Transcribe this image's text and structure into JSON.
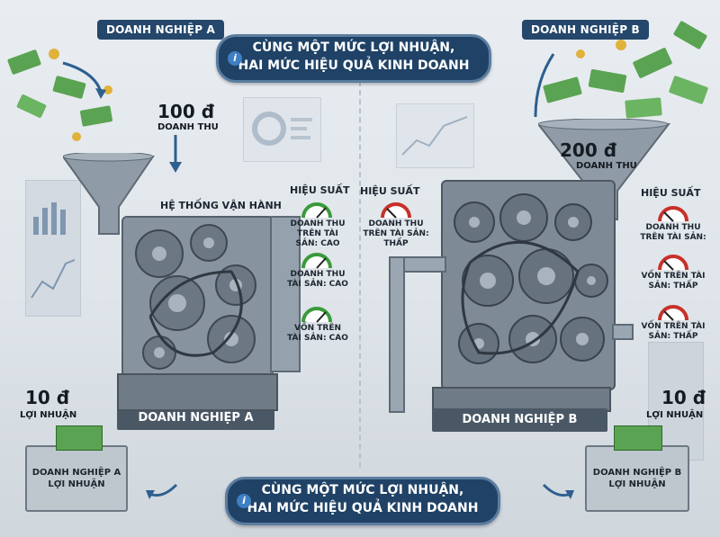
{
  "company_a_tag": "DOANH NGHIỆP A",
  "company_b_tag": "DOANH NGHIỆP B",
  "top_banner": {
    "line1": "CÙNG MỘT MỨC LỢI NHUẬN,",
    "line2": "HAI MỨC HIỆU QUẢ KINH DOANH"
  },
  "bottom_banner": {
    "line1": "CÙNG MỘT MỨC LỢI NHUẬN,",
    "line2": "HAI MỨC HIỆU QUẢ KINH DOANH"
  },
  "left": {
    "revenue_value": "100 đ",
    "revenue_label": "DOANH THU",
    "system_label": "HỆ THỐNG VẬN HÀNH",
    "performance_label": "HIỆU SUẤT",
    "metrics": [
      {
        "label": "DOANH THU TRÊN TÀI SẢN: CAO",
        "level": "high"
      },
      {
        "label": "DOANH THU TÀI SẢN: CAO",
        "level": "high"
      },
      {
        "label": "VỐN TRÊN TÀI SẢN: CAO",
        "level": "high"
      }
    ],
    "machine_label": "DOANH NGHIỆP A",
    "profit_value": "10 đ",
    "profit_label": "LỢI NHUẬN",
    "basket_line1": "DOANH NGHIỆP A",
    "basket_line2": "LỢI NHUẬN"
  },
  "right": {
    "revenue_value": "200 đ",
    "revenue_label": "DOANH THU",
    "performance_label_left": "HIỆU SUẤT",
    "performance_label_right": "HIỆU SUẤT",
    "left_metric": {
      "label": "DOANH THU TRÊN TÀI SẢN: THẤP",
      "level": "low"
    },
    "metrics": [
      {
        "label": "DOANH THU TRÊN TÀI SẢN:",
        "level": "low"
      },
      {
        "label": "VỐN TRÊN TÀI SẢN: THẤP",
        "level": "low"
      },
      {
        "label": "VỐN TRÊN TÀI SẢN: THẤP",
        "level": "low"
      }
    ],
    "machine_label": "DOANH NGHIỆP B",
    "profit_value": "10 đ",
    "profit_label": "LỢI NHUẬN",
    "basket_line1": "DOANH NGHIỆP B",
    "basket_line2": "LỢI NHUẬN"
  },
  "colors": {
    "navy": "#1f4266",
    "gauge_high": "#3a9a3a",
    "gauge_low": "#c8302a",
    "money": "#4f9a4a"
  },
  "icons": [
    "info-icon",
    "gear-icon",
    "funnel-icon",
    "money-bill-icon",
    "gauge-icon",
    "arrow-icon",
    "basket-icon"
  ]
}
